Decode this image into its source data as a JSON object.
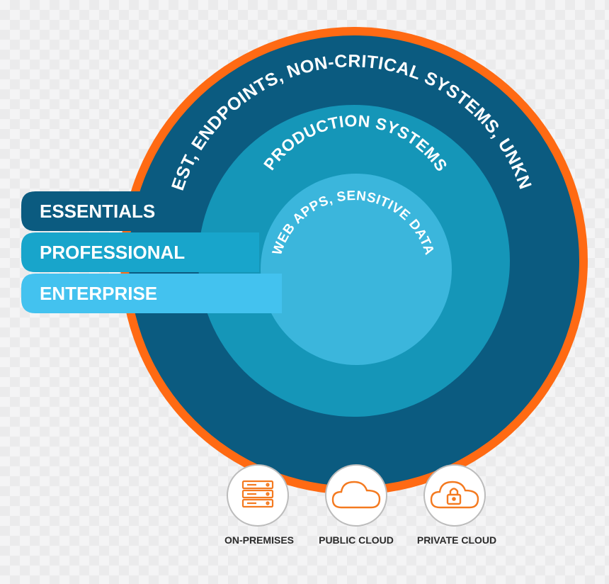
{
  "colors": {
    "orange": "#ff6a13",
    "ring_outer": "#0b5b80",
    "ring_middle": "#1596b8",
    "ring_inner": "#3bb6dc",
    "tab_essentials": "#0b5b80",
    "tab_professional": "#18a5cb",
    "tab_enterprise": "#43c2ef",
    "icon_orange": "#f47a20"
  },
  "rings": {
    "outer_label": "DEV/TEST, ENDPOINTS, NON-CRITICAL SYSTEMS, UNKNOWNS",
    "middle_label": "PRODUCTION SYSTEMS",
    "inner_label": "WEB APPS, SENSITIVE DATA"
  },
  "tiers": [
    {
      "label": "ESSENTIALS"
    },
    {
      "label": "PROFESSIONAL"
    },
    {
      "label": "ENTERPRISE"
    }
  ],
  "environments": [
    {
      "label": "ON-PREMISES",
      "icon": "server-rack-icon"
    },
    {
      "label": "PUBLIC CLOUD",
      "icon": "cloud-icon"
    },
    {
      "label": "PRIVATE CLOUD",
      "icon": "cloud-lock-icon"
    }
  ]
}
